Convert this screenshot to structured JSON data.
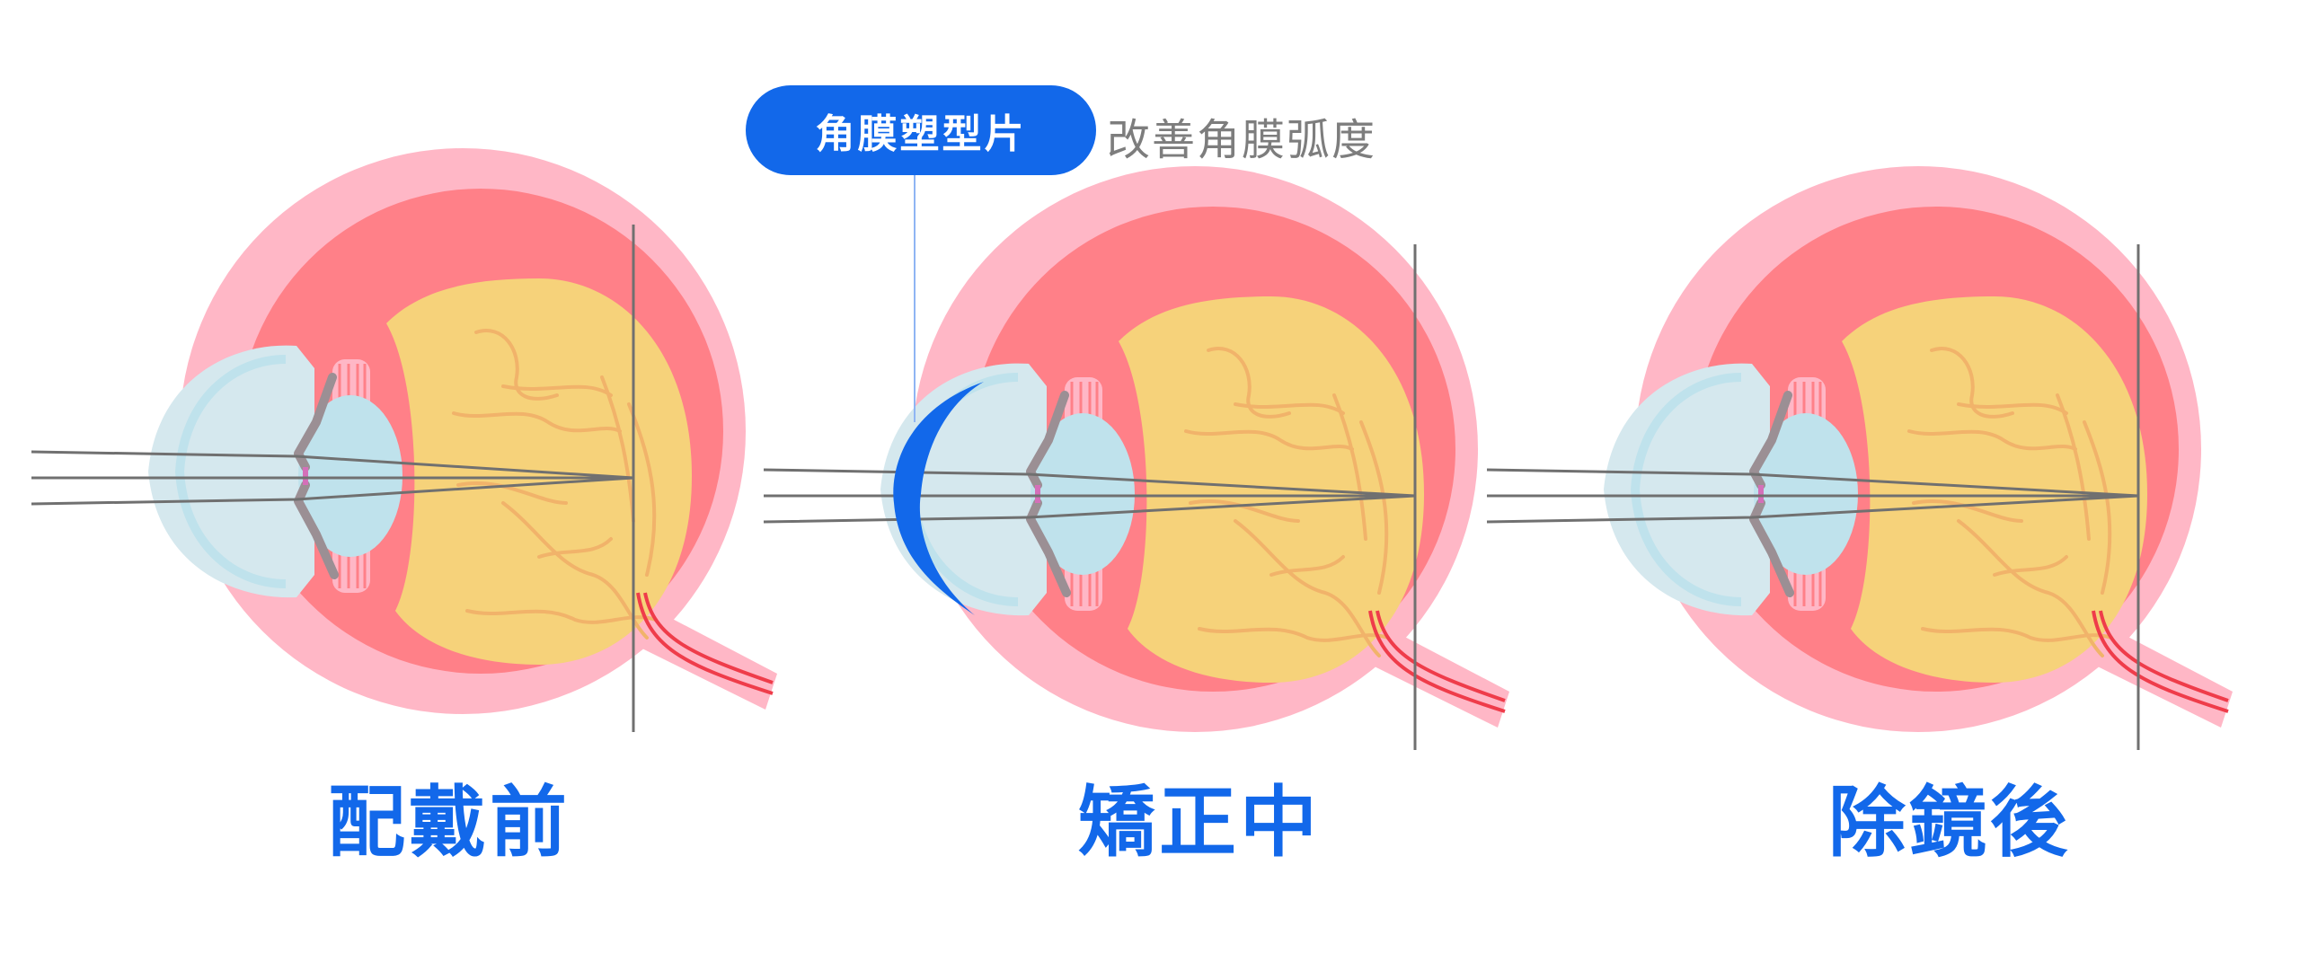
{
  "callout": {
    "label": "角膜塑型片",
    "note": "改善角膜弧度"
  },
  "stages": [
    {
      "label": "配戴前",
      "lens": false
    },
    {
      "label": "矯正中",
      "lens": true
    },
    {
      "label": "除鏡後",
      "lens": false
    }
  ],
  "colors": {
    "accent": "#1268ea",
    "sclera_outer": "#ffb7c6",
    "choroid": "#ff8088",
    "vitreous": "#f6d27a",
    "vessel": "#f1b36a",
    "cornea": "#d5e8ee",
    "lens": "#bfe2ec",
    "iris": "#9b8f94",
    "ray": "#707070",
    "nerve": "#ef3c4a"
  }
}
